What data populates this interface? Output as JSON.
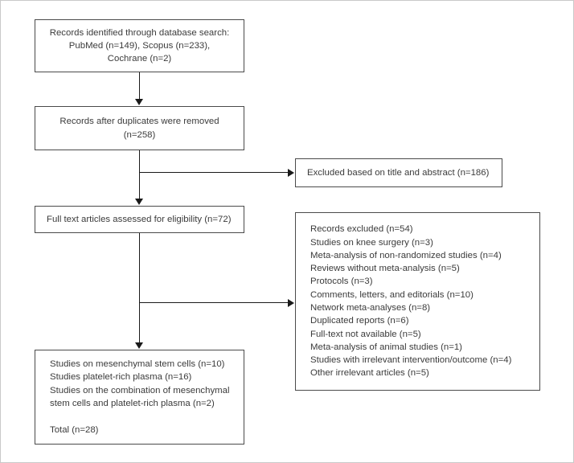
{
  "diagram": {
    "type": "prisma-flow-diagram",
    "colors": {
      "box_border": "#4a4a4a",
      "connector": "#1a1a1a",
      "text": "#3b3b3b",
      "background": "#ffffff",
      "outer_border": "#c9c9c9"
    },
    "nodes": {
      "identified": {
        "text": "Records identified through database search:\nPubMed (n=149), Scopus (n=233),\nCochrane (n=2)"
      },
      "duplicates_removed": {
        "text": "Records after duplicates were removed\n(n=258)"
      },
      "excluded_title_abstract": {
        "text": "Excluded based on title and abstract (n=186)"
      },
      "full_text_assessed": {
        "text": "Full text articles assessed for eligibility (n=72)"
      },
      "excluded_details": {
        "lines": [
          "Records excluded (n=54)",
          "Studies on knee surgery (n=3)",
          "Meta-analysis of non-randomized studies (n=4)",
          "Reviews without meta-analysis (n=5)",
          "Protocols (n=3)",
          "Comments, letters, and editorials (n=10)",
          "Network meta-analyses (n=8)",
          "Duplicated reports (n=6)",
          "Full-text not available (n=5)",
          "Meta-analysis of animal studies (n=1)",
          "Studies with irrelevant intervention/outcome (n=4)",
          "Other irrelevant articles (n=5)"
        ]
      },
      "included": {
        "text": "Studies on mesenchymal stem cells (n=10)\nStudies platelet-rich plasma (n=16)\nStudies on the combination of mesenchymal\nstem cells and platelet-rich plasma (n=2)\n\nTotal (n=28)"
      }
    },
    "connectors": [
      {
        "name": "identified-to-duplicates",
        "kind": "vertical-arrow"
      },
      {
        "name": "duplicates-to-fulltext",
        "kind": "vertical-arrow"
      },
      {
        "name": "duplicates-to-excluded-title-abstract",
        "kind": "horizontal-arrow"
      },
      {
        "name": "fulltext-to-included",
        "kind": "vertical-arrow"
      },
      {
        "name": "fulltext-to-excluded-details",
        "kind": "horizontal-arrow"
      }
    ]
  }
}
